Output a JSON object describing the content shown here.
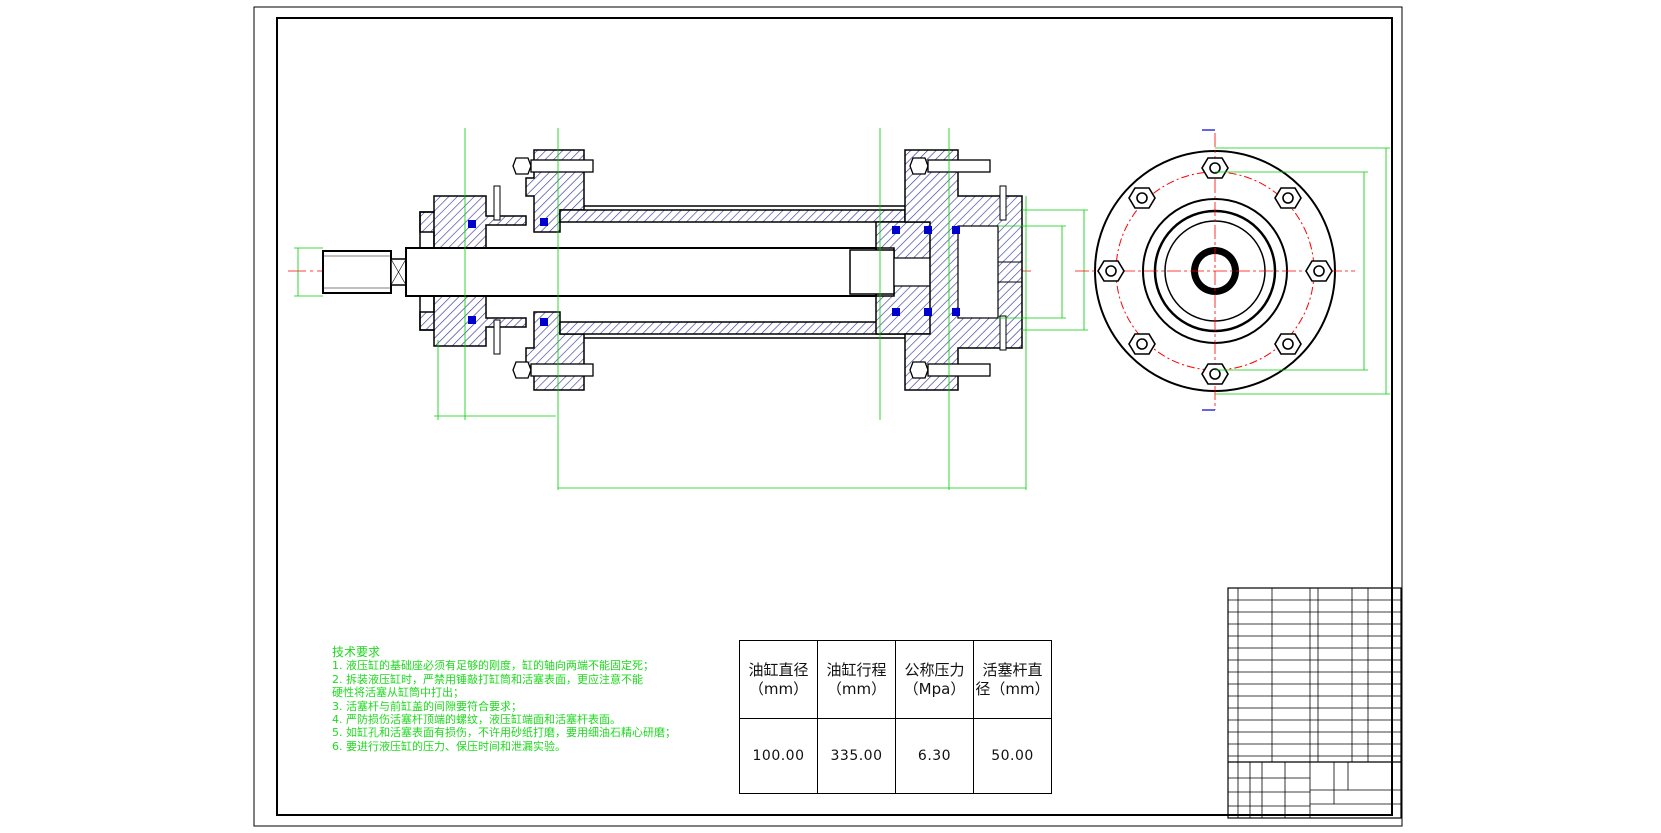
{
  "notes": {
    "title": "技术要求",
    "items": [
      "1. 液压缸的基础座必须有足够的刚度，缸的轴向两端不能固定死；",
      "2. 拆装液压缸时，严禁用锤敲打缸筒和活塞表面，更应注意不能",
      "硬性将活塞从缸筒中打出；",
      "3. 活塞杆与前缸盖的间隙要符合要求；",
      "4. 严防损伤活塞杆顶端的螺纹，液压缸端面和活塞杆表面。",
      "5. 如缸孔和活塞表面有损伤，不许用砂纸打磨，要用细油石精心研磨；",
      "6. 要进行液压缸的压力、保压时间和泄漏实验。"
    ]
  },
  "spec_table": {
    "headers": [
      [
        "油缸直径",
        "（mm）"
      ],
      [
        "油缸行程",
        "（mm）"
      ],
      [
        "公称压力",
        "（Mpa）"
      ],
      [
        "活塞杆直",
        "径（mm）"
      ]
    ],
    "values": [
      "100.00",
      "335.00",
      "6.30",
      "50.00"
    ]
  },
  "colors": {
    "outline": "#000000",
    "dimension": "#00cc00",
    "centerline": "#ff0000",
    "hatch": "#3a3aa0",
    "seal": "#0000cc"
  }
}
